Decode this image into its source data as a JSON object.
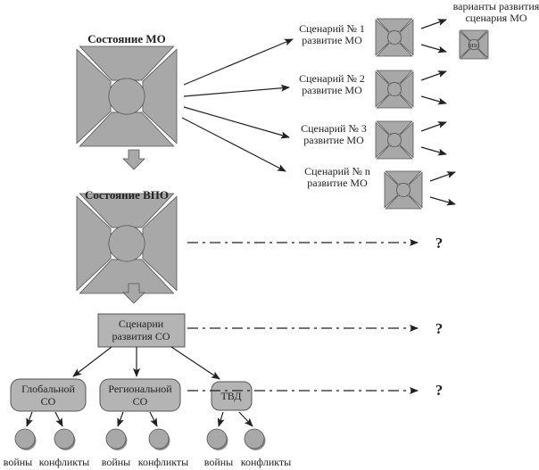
{
  "colors": {
    "fill": "#a8a8a8",
    "stroke": "#555555",
    "line": "#222222",
    "box_fill": "#b4b4b4"
  },
  "state_mo": {
    "title": "Состояние МО",
    "icon": "cross-emblem-icon"
  },
  "state_vpo": {
    "title": "Состояние ВПО",
    "icon": "cross-emblem-icon"
  },
  "variants": {
    "line1": "варианты развития",
    "line2": "сценария МО",
    "icon_label": "ВПО"
  },
  "scenarios": [
    {
      "line1": "Сценарий № 1",
      "line2": "развитие МО"
    },
    {
      "line1": "Сценарий № 2",
      "line2": "развитие МО"
    },
    {
      "line1": "Сценарий № 3",
      "line2": "развитие МО"
    },
    {
      "line1": "Сценарий № n",
      "line2": "развитие МО"
    }
  ],
  "co_box": {
    "line1": "Сценарии",
    "line2": "развития СО"
  },
  "levels": [
    {
      "line1": "Глобальной",
      "line2": "СО"
    },
    {
      "line1": "Региональной",
      "line2": "СО"
    },
    {
      "line1": "ТВД",
      "line2": ""
    }
  ],
  "leaves": [
    "войны",
    "конфликты",
    "войны",
    "конфликты",
    "войны",
    "конфликты"
  ],
  "question": "?"
}
